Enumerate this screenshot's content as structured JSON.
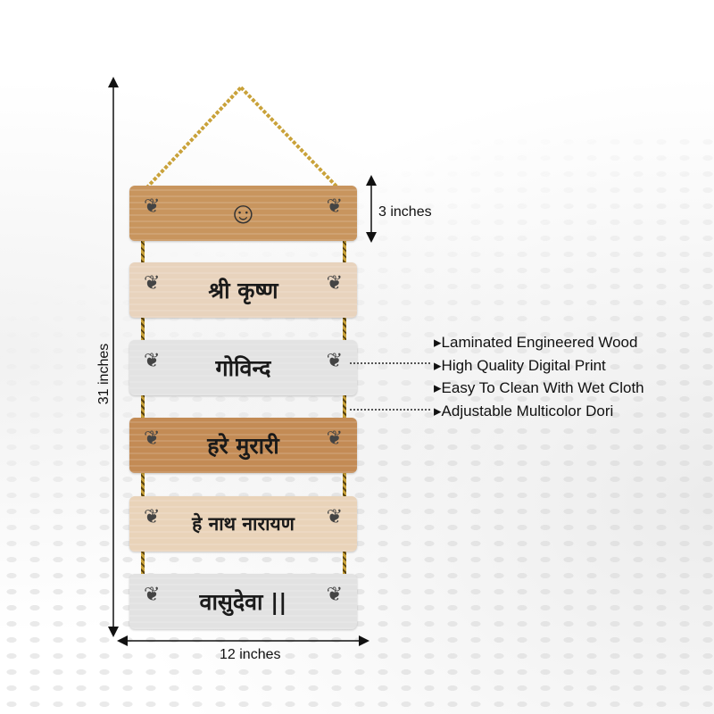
{
  "dimensions": {
    "height": "31 inches",
    "width": "12 inches",
    "plank_height": "3 inches"
  },
  "planks": [
    {
      "text": "",
      "image": "krishna-illustration",
      "color": "#c8955e"
    },
    {
      "text": "श्री कृष्ण",
      "color": "#e8d3bd"
    },
    {
      "text": "गोविन्द",
      "color": "#e3e3e3"
    },
    {
      "text": "हरे मुरारी",
      "color": "#c38b55"
    },
    {
      "text": "हे नाथ नारायण",
      "color": "#e9d3b9"
    },
    {
      "text": "वासुदेवा ||",
      "color": "#e2e2e2"
    }
  ],
  "features": [
    "Laminated Engineered Wood",
    "High Quality Digital Print",
    "Easy To Clean With Wet Cloth",
    "Adjustable Multicolor Dori"
  ],
  "bullet_icon": "triangle-right-icon"
}
